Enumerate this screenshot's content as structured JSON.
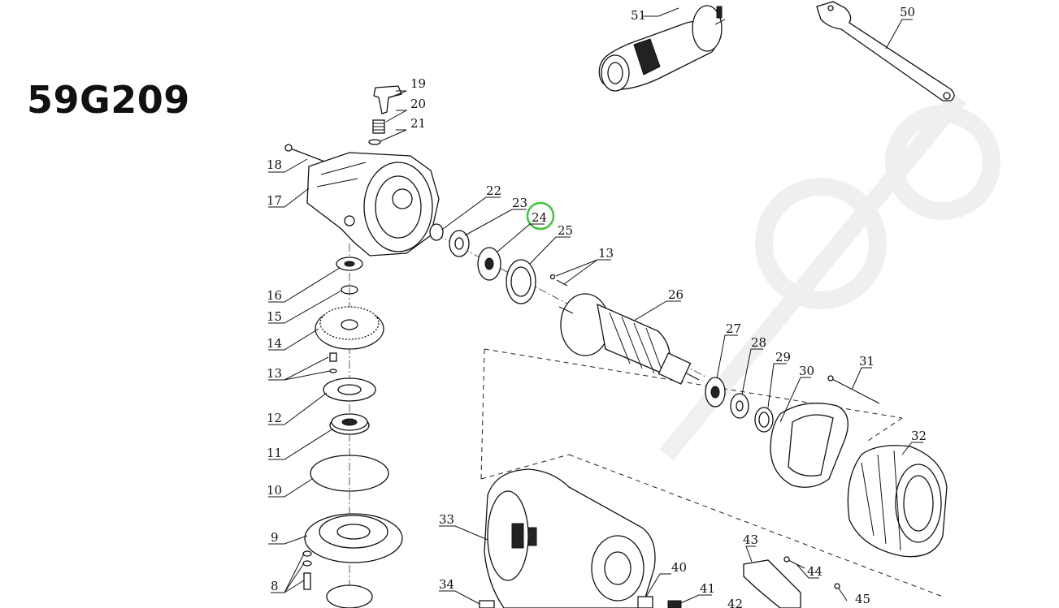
{
  "title": "59G209",
  "highlight_color": "#3ec43e",
  "highlighted_part": "24",
  "parts": [
    {
      "number": "19"
    },
    {
      "number": "20"
    },
    {
      "number": "21"
    },
    {
      "number": "18"
    },
    {
      "number": "17"
    },
    {
      "number": "16"
    },
    {
      "number": "15"
    },
    {
      "number": "14"
    },
    {
      "number": "13"
    },
    {
      "number": "12"
    },
    {
      "number": "11"
    },
    {
      "number": "10"
    },
    {
      "number": "9"
    },
    {
      "number": "8"
    },
    {
      "number": "22"
    },
    {
      "number": "23"
    },
    {
      "number": "24"
    },
    {
      "number": "25"
    },
    {
      "number": "13"
    },
    {
      "number": "26"
    },
    {
      "number": "27"
    },
    {
      "number": "28"
    },
    {
      "number": "29"
    },
    {
      "number": "30"
    },
    {
      "number": "31"
    },
    {
      "number": "32"
    },
    {
      "number": "33"
    },
    {
      "number": "34"
    },
    {
      "number": "40"
    },
    {
      "number": "41"
    },
    {
      "number": "42"
    },
    {
      "number": "43"
    },
    {
      "number": "44"
    },
    {
      "number": "45"
    },
    {
      "number": "51"
    },
    {
      "number": "50"
    }
  ]
}
